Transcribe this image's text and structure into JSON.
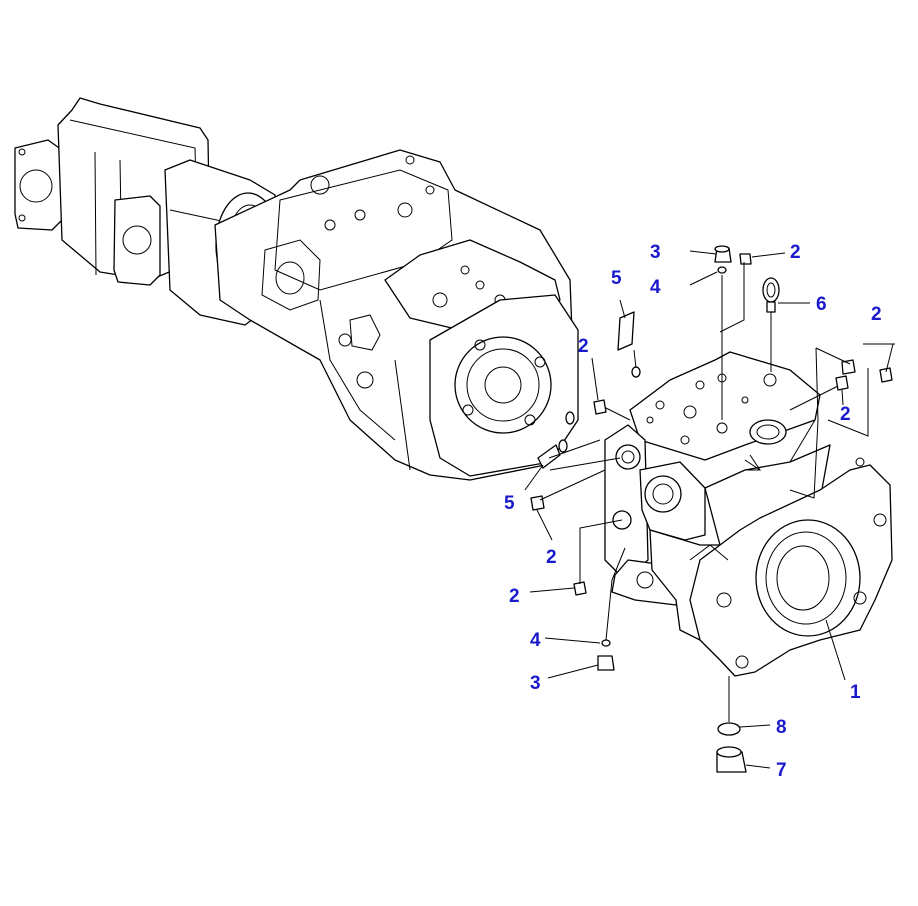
{
  "palette": {
    "callout_color": "#1a1acc",
    "line_color": "#000000"
  },
  "callouts": [
    {
      "id": "c1",
      "label": "1"
    },
    {
      "id": "c2a",
      "label": "2"
    },
    {
      "id": "c2b",
      "label": "2"
    },
    {
      "id": "c2c",
      "label": "2"
    },
    {
      "id": "c2d",
      "label": "2"
    },
    {
      "id": "c2e",
      "label": "2"
    },
    {
      "id": "c2f",
      "label": "2"
    },
    {
      "id": "c3a",
      "label": "3"
    },
    {
      "id": "c3b",
      "label": "3"
    },
    {
      "id": "c4a",
      "label": "4"
    },
    {
      "id": "c4b",
      "label": "4"
    },
    {
      "id": "c5a",
      "label": "5"
    },
    {
      "id": "c5b",
      "label": "5"
    },
    {
      "id": "c6",
      "label": "6"
    },
    {
      "id": "c7",
      "label": "7"
    },
    {
      "id": "c8",
      "label": "8"
    }
  ]
}
